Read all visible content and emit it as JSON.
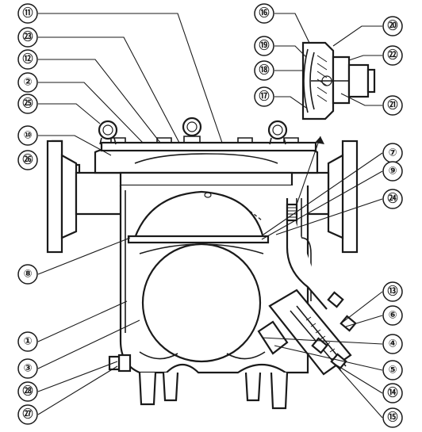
{
  "callouts": {
    "c1": "①",
    "c2": "②",
    "c3": "③",
    "c4": "④",
    "c5": "⑤",
    "c6": "⑥",
    "c7": "⑦",
    "c8": "⑧",
    "c9": "⑨",
    "c10": "⑩",
    "c11": "⑪",
    "c12": "⑫",
    "c13": "⑬",
    "c14": "⑭",
    "c15": "⑮",
    "c16": "⑯",
    "c17": "⑰",
    "c18": "⑱",
    "c19": "⑲",
    "c20": "⑳",
    "c21": "㉑",
    "c22": "㉒",
    "c23": "㉓",
    "c24": "㉔",
    "c25": "㉕",
    "c26": "㉖",
    "c27": "㉗",
    "c28": "㉘"
  }
}
